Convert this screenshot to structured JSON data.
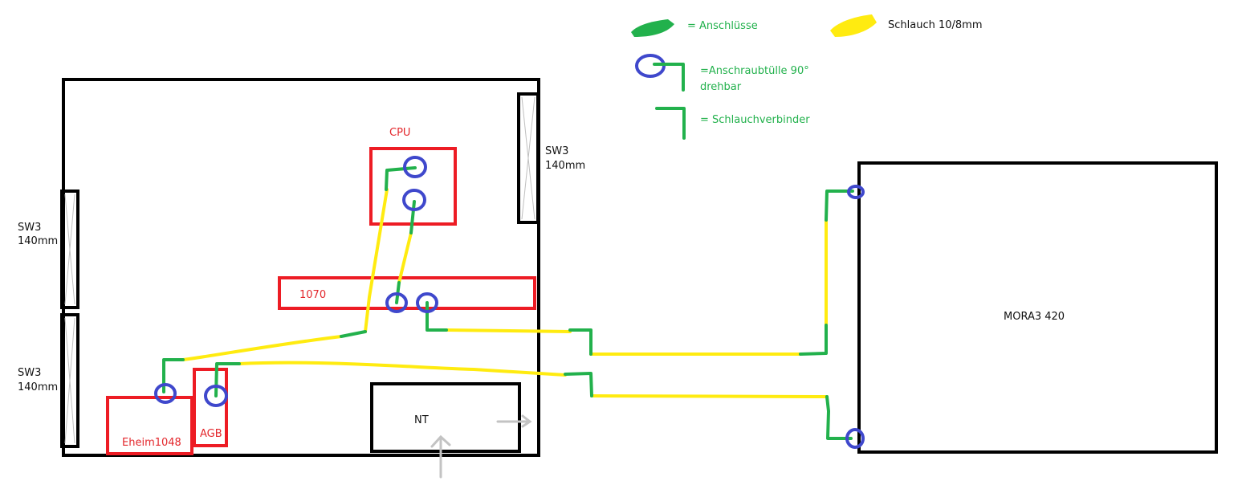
{
  "legend": {
    "connections": "= Anschlüsse",
    "hose": "Schlauch 10/8mm",
    "fitting_line1": "=Anschraubtülle 90°",
    "fitting_line2": "drehbar",
    "connector": "= Schlauchverbinder"
  },
  "components": {
    "cpu": "CPU",
    "gpu": "1070",
    "pump": "Eheim1048",
    "reservoir": "AGB",
    "psu": "NT",
    "radiator": "MORA3 420"
  },
  "fans": {
    "top_right_line1": "SW3",
    "top_right_line2": "140mm",
    "left_upper_line1": "SW3",
    "left_upper_line2": "140mm",
    "left_lower_line1": "SW3",
    "left_lower_line2": "140mm"
  },
  "colors": {
    "case_outline": "#000000",
    "component_outline": "#ed1c24",
    "hose": "#ffeb10",
    "connection": "#22b14c",
    "fitting": "#3f48cc",
    "airflow_arrow": "#c3c3c3"
  }
}
